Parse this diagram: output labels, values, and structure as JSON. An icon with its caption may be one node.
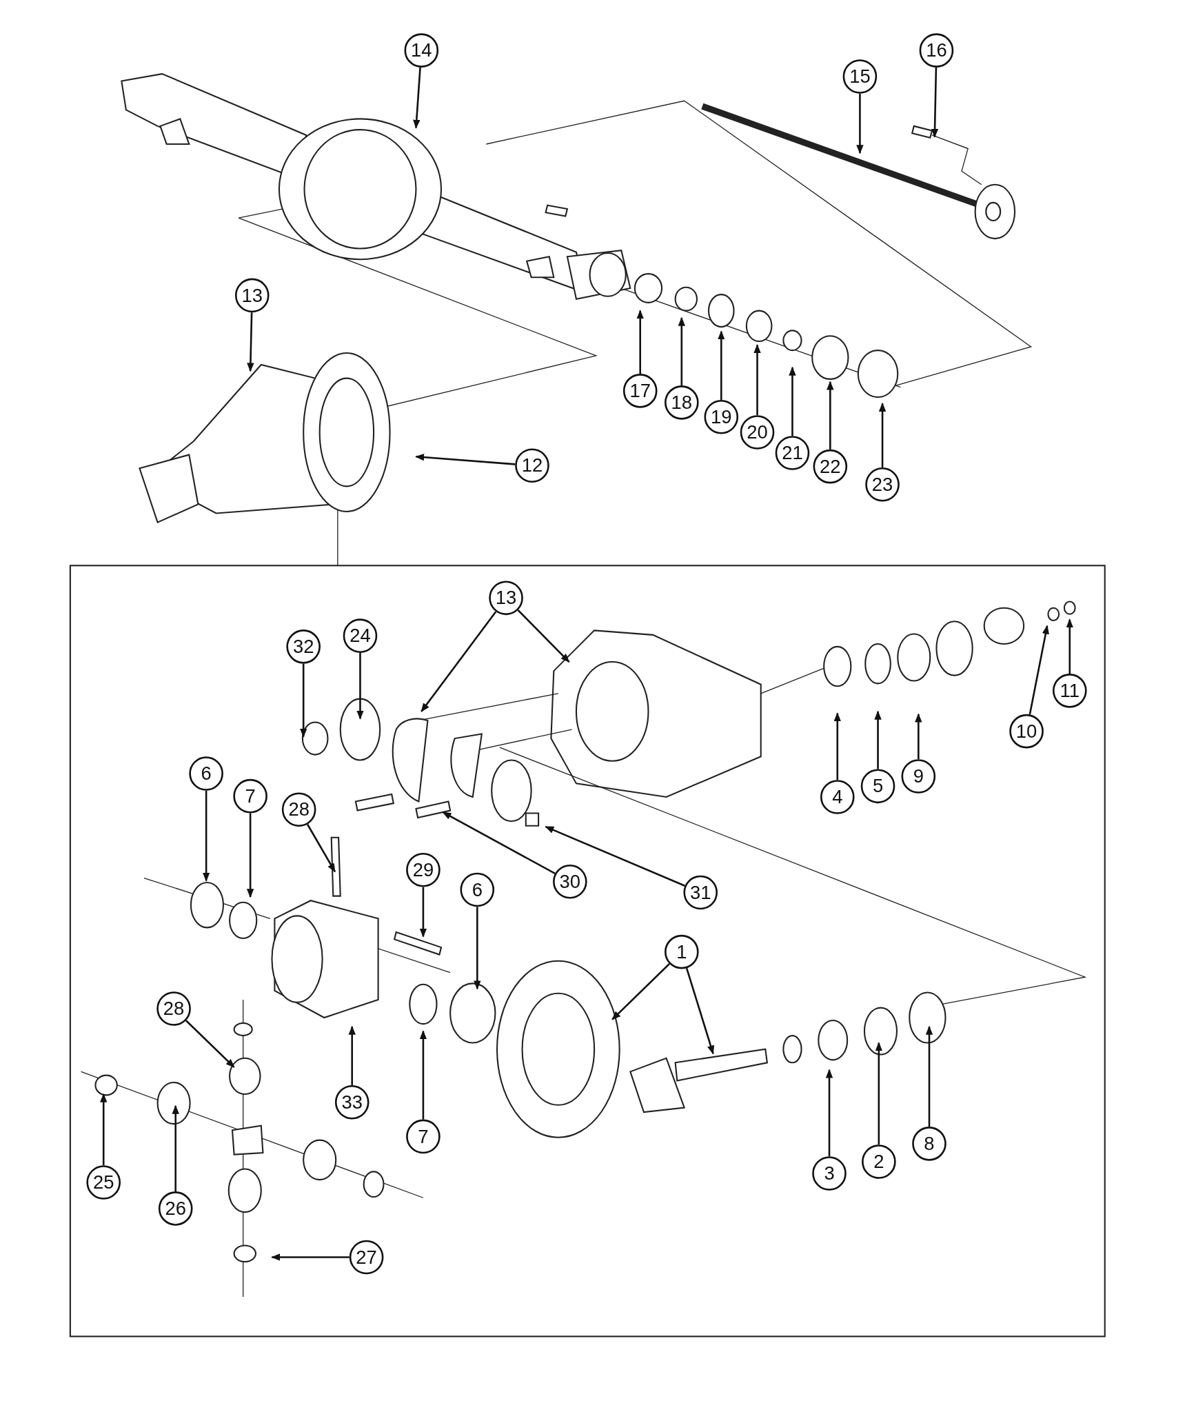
{
  "diagram": {
    "nodes": [
      {
        "text": [
          "14"
        ]
      },
      {
        "text": [
          "16"
        ]
      },
      {
        "text": [
          "15"
        ]
      },
      {
        "text": [
          "13"
        ]
      },
      {
        "text": [
          "17"
        ]
      },
      {
        "text": [
          "18"
        ]
      },
      {
        "text": [
          "19"
        ]
      },
      {
        "text": [
          "20"
        ]
      },
      {
        "text": [
          "21"
        ]
      },
      {
        "text": [
          "22"
        ]
      },
      {
        "text": [
          "23"
        ]
      },
      {
        "text": [
          "12"
        ]
      },
      {
        "text": [
          "13"
        ]
      },
      {
        "text": [
          "24"
        ]
      },
      {
        "text": [
          "32"
        ]
      },
      {
        "text": [
          "11"
        ]
      },
      {
        "text": [
          "10"
        ]
      },
      {
        "text": [
          "9"
        ]
      },
      {
        "text": [
          "5"
        ]
      },
      {
        "text": [
          "4"
        ]
      },
      {
        "text": [
          "6"
        ]
      },
      {
        "text": [
          "7"
        ]
      },
      {
        "text": [
          "28"
        ]
      },
      {
        "text": [
          "29"
        ]
      },
      {
        "text": [
          "30"
        ]
      },
      {
        "text": [
          "31"
        ]
      },
      {
        "text": [
          "6"
        ]
      },
      {
        "text": [
          "1"
        ]
      },
      {
        "text": [
          "28"
        ]
      },
      {
        "text": [
          "33"
        ]
      },
      {
        "text": [
          "7"
        ]
      },
      {
        "text": [
          "8"
        ]
      },
      {
        "text": [
          "2"
        ]
      },
      {
        "text": [
          "3"
        ]
      },
      {
        "text": [
          "25"
        ]
      },
      {
        "text": [
          "26"
        ]
      },
      {
        "text": [
          "27"
        ]
      }
    ],
    "edges": [
      {
        "from": 0,
        "to": null,
        "arrow": "to"
      },
      {
        "from": 1,
        "to": null,
        "arrow": "to"
      },
      {
        "from": 2,
        "to": null,
        "arrow": "to"
      },
      {
        "from": 3,
        "to": null,
        "arrow": "to"
      },
      {
        "from": 4,
        "to": null,
        "arrow": "to"
      },
      {
        "from": 5,
        "to": null,
        "arrow": "to"
      },
      {
        "from": 6,
        "to": null,
        "arrow": "to"
      },
      {
        "from": 7,
        "to": null,
        "arrow": "to"
      },
      {
        "from": 8,
        "to": null,
        "arrow": "to"
      },
      {
        "from": 9,
        "to": null,
        "arrow": "to"
      },
      {
        "from": 10,
        "to": null,
        "arrow": "to"
      },
      {
        "from": 11,
        "to": null,
        "arrow": "to"
      },
      {
        "from": 12,
        "to": null,
        "arrow": "to"
      },
      {
        "from": 12,
        "to": null,
        "arrow": "to"
      },
      {
        "from": 13,
        "to": null,
        "arrow": "to"
      },
      {
        "from": 14,
        "to": null,
        "arrow": "to"
      },
      {
        "from": 15,
        "to": null,
        "arrow": "to"
      },
      {
        "from": 16,
        "to": null,
        "arrow": "to"
      },
      {
        "from": 17,
        "to": null,
        "arrow": "to"
      },
      {
        "from": 18,
        "to": null,
        "arrow": "to"
      },
      {
        "from": 19,
        "to": null,
        "arrow": "to"
      },
      {
        "from": 20,
        "to": null,
        "arrow": "to"
      },
      {
        "from": 21,
        "to": null,
        "arrow": "to"
      },
      {
        "from": 22,
        "to": null,
        "arrow": "to"
      },
      {
        "from": 23,
        "to": null,
        "arrow": "to"
      },
      {
        "from": 24,
        "to": null,
        "arrow": "to"
      },
      {
        "from": 25,
        "to": null,
        "arrow": "to"
      },
      {
        "from": 26,
        "to": null,
        "arrow": "to"
      },
      {
        "from": 27,
        "to": null,
        "arrow": "to"
      },
      {
        "from": 27,
        "to": null,
        "arrow": "to"
      },
      {
        "from": 28,
        "to": null,
        "arrow": "to"
      },
      {
        "from": 29,
        "to": null,
        "arrow": "to"
      },
      {
        "from": 30,
        "to": null,
        "arrow": "to"
      },
      {
        "from": 31,
        "to": null,
        "arrow": "to"
      },
      {
        "from": 32,
        "to": null,
        "arrow": "to"
      },
      {
        "from": 33,
        "to": null,
        "arrow": "to"
      },
      {
        "from": 34,
        "to": null,
        "arrow": "to"
      },
      {
        "from": 35,
        "to": null,
        "arrow": "to"
      },
      {
        "from": 36,
        "to": null,
        "arrow": "to"
      }
    ]
  }
}
